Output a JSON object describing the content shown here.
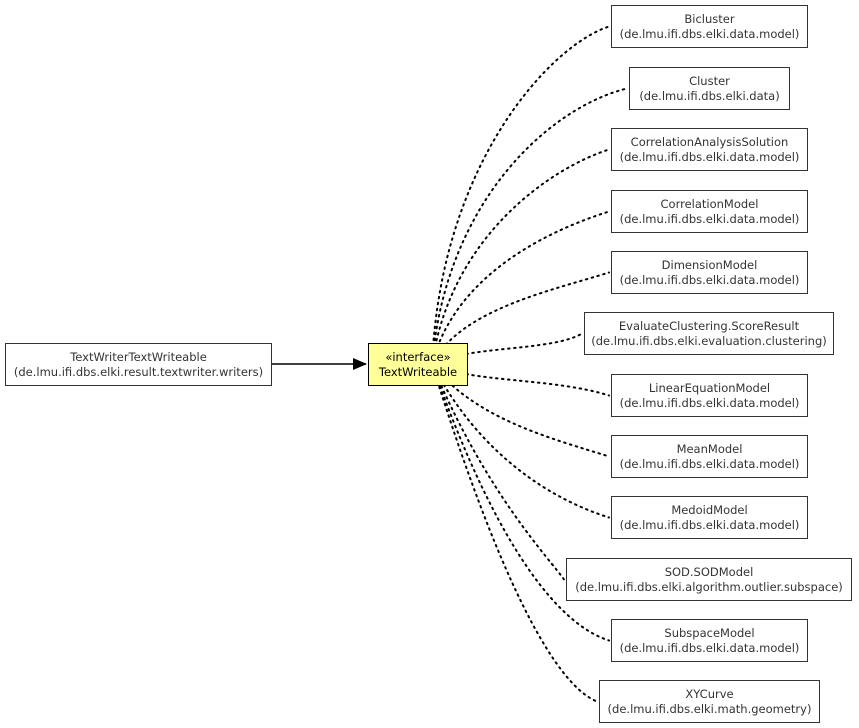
{
  "central": {
    "stereotype": "«interface»",
    "name": "TextWriteable"
  },
  "implementer": {
    "name": "TextWriterTextWriteable",
    "package": "(de.lmu.ifi.dbs.elki.result.textwriter.writers)"
  },
  "realizations": [
    {
      "name": "Bicluster",
      "package": "(de.lmu.ifi.dbs.elki.data.model)"
    },
    {
      "name": "Cluster",
      "package": "(de.lmu.ifi.dbs.elki.data)"
    },
    {
      "name": "CorrelationAnalysisSolution",
      "package": "(de.lmu.ifi.dbs.elki.data.model)"
    },
    {
      "name": "CorrelationModel",
      "package": "(de.lmu.ifi.dbs.elki.data.model)"
    },
    {
      "name": "DimensionModel",
      "package": "(de.lmu.ifi.dbs.elki.data.model)"
    },
    {
      "name": "EvaluateClustering.ScoreResult",
      "package": "(de.lmu.ifi.dbs.elki.evaluation.clustering)"
    },
    {
      "name": "LinearEquationModel",
      "package": "(de.lmu.ifi.dbs.elki.data.model)"
    },
    {
      "name": "MeanModel",
      "package": "(de.lmu.ifi.dbs.elki.data.model)"
    },
    {
      "name": "MedoidModel",
      "package": "(de.lmu.ifi.dbs.elki.data.model)"
    },
    {
      "name": "SOD.SODModel",
      "package": "(de.lmu.ifi.dbs.elki.algorithm.outlier.subspace)"
    },
    {
      "name": "SubspaceModel",
      "package": "(de.lmu.ifi.dbs.elki.data.model)"
    },
    {
      "name": "XYCurve",
      "package": "(de.lmu.ifi.dbs.elki.math.geometry)"
    }
  ]
}
